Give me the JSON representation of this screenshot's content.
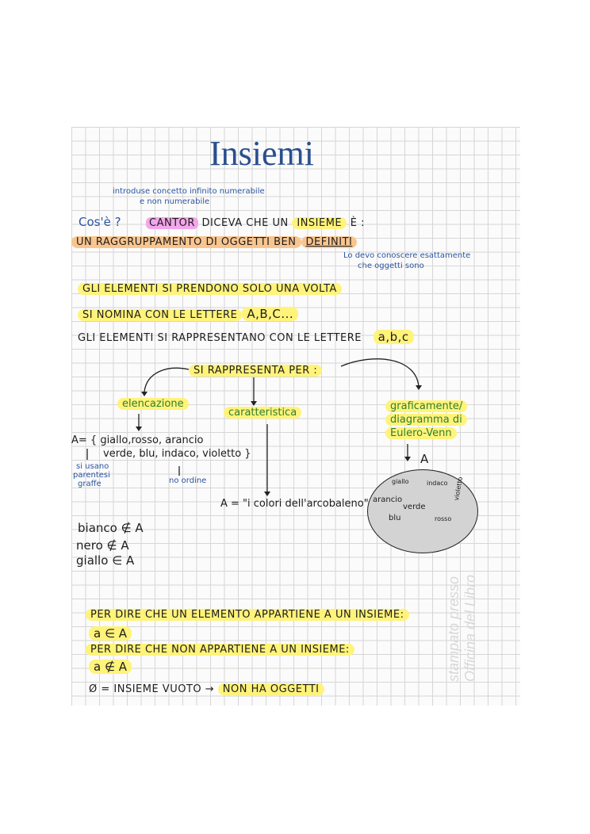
{
  "title": "Insiemi",
  "top_note": {
    "line1": "introduse concetto infinito numerabile",
    "line2": "e non numerabile"
  },
  "header": {
    "question": "Cos'è ?",
    "name": "CANTOR",
    "rest": "DICEVA CHE UN",
    "word": "INSIEME",
    "end": "È :"
  },
  "definition": {
    "text": "UN RAGGRUPPAMENTO DI OGGETTI BEN",
    "word": "DEFINITI"
  },
  "def_note": {
    "line1": "Lo devo conoscere esattamente",
    "line2": "che oggetti sono"
  },
  "rules": [
    {
      "text": "GLI ELEMENTI SI PRENDONO SOLO UNA VOLTA",
      "extra": ""
    },
    {
      "text": "SI NOMINA CON LE LETTERE",
      "extra": "A,B,C..."
    },
    {
      "text": "GLI ELEMENTI SI RAPPRESENTANO CON LE LETTERE",
      "extra": "a,b,c"
    }
  ],
  "represent": "SI RAPPRESENTA PER :",
  "methods": {
    "elencazione": "elencazione",
    "caratteristica": "caratteristica",
    "graficamente_1": "graficamente/",
    "graficamente_2": "diagramma di",
    "graficamente_3": "Eulero-Venn"
  },
  "set_listing": {
    "line1": "A= { giallo,rosso, arancio",
    "line2": "verde, blu, indaco, violetto }"
  },
  "notes_small": {
    "graffe_1": "si usano",
    "graffe_2": "parentesi",
    "graffe_3": "graffe",
    "no_order": "no ordine"
  },
  "set_property": "A = \"i colori dell'arcobaleno\"",
  "venn": {
    "label": "A",
    "items": [
      "giallo",
      "indaco",
      "violetto",
      "arancio",
      "verde",
      "blu",
      "rosso"
    ]
  },
  "membership": [
    "bianco ∉ A",
    "nero ∉ A",
    "giallo ∈ A"
  ],
  "belongs": {
    "text": "PER DIRE CHE UN ELEMENTO APPARTIENE A UN INSIEME:",
    "symbol": "a ∈ A"
  },
  "not_belongs": {
    "text": "PER DIRE CHE NON APPARTIENE A UN INSIEME:",
    "symbol": "a ∉ A"
  },
  "empty": {
    "text": "Ø = INSIEME VUOTO →",
    "word": "NON HA OGGETTI"
  },
  "watermark": "stampato presso Officina del Libro"
}
